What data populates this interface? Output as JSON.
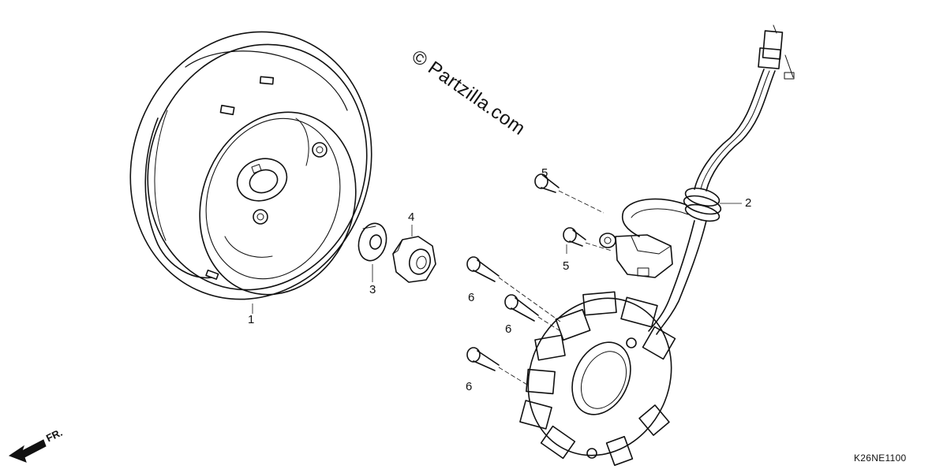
{
  "watermark": "© Partzilla.com",
  "diagram_code": "K26NE1100",
  "front_indicator": "FR.",
  "callouts": {
    "flywheel": "1",
    "pulse_generator": "2",
    "washer": "3",
    "nut": "4",
    "bolt_5_upper": "5",
    "bolt_5_lower": "5",
    "bolt_6_a": "6",
    "bolt_6_b": "6",
    "bolt_6_c": "6"
  }
}
